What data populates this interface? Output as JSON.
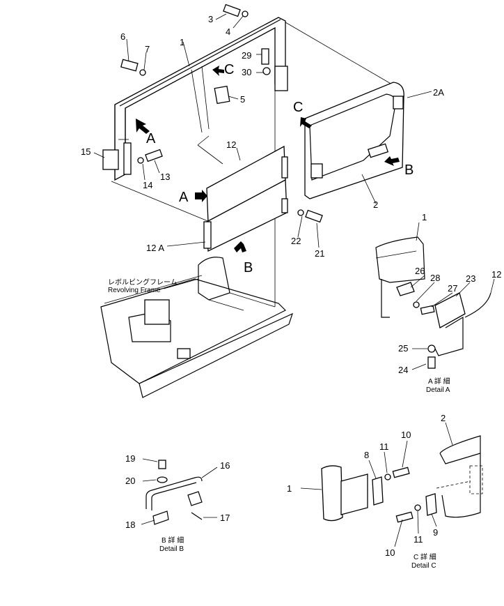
{
  "diagram": {
    "part_labels": {
      "p1a": "1",
      "p1b": "1",
      "p1c": "1",
      "p2a": "2",
      "p2b": "2",
      "p2A": "2A",
      "p3": "3",
      "p4": "4",
      "p5": "5",
      "p6": "6",
      "p7": "7",
      "p8": "8",
      "p9": "9",
      "p10a": "10",
      "p10b": "10",
      "p11a": "11",
      "p11b": "11",
      "p12a": "12",
      "p12b": "12",
      "p12A": "12 A",
      "p13": "13",
      "p14": "14",
      "p15": "15",
      "p16": "16",
      "p17": "17",
      "p18": "18",
      "p19": "19",
      "p20": "20",
      "p21": "21",
      "p22": "22",
      "p23": "23",
      "p24": "24",
      "p25": "25",
      "p26": "26",
      "p27": "27",
      "p28": "28",
      "p29": "29",
      "p30": "30"
    },
    "view_markers": {
      "A1": "A",
      "A2": "A",
      "B1": "B",
      "B2": "B",
      "C1": "C",
      "C2": "C"
    },
    "frame_label_jp": "レボルビングフレーム",
    "frame_label_en": "Revolving  Frame",
    "details": {
      "a_jp": "A  詳  細",
      "a_en": "Detail  A",
      "b_jp": "B  詳  細",
      "b_en": "Detail  B",
      "c_jp": "C  詳  細",
      "c_en": "Detail  C"
    }
  }
}
